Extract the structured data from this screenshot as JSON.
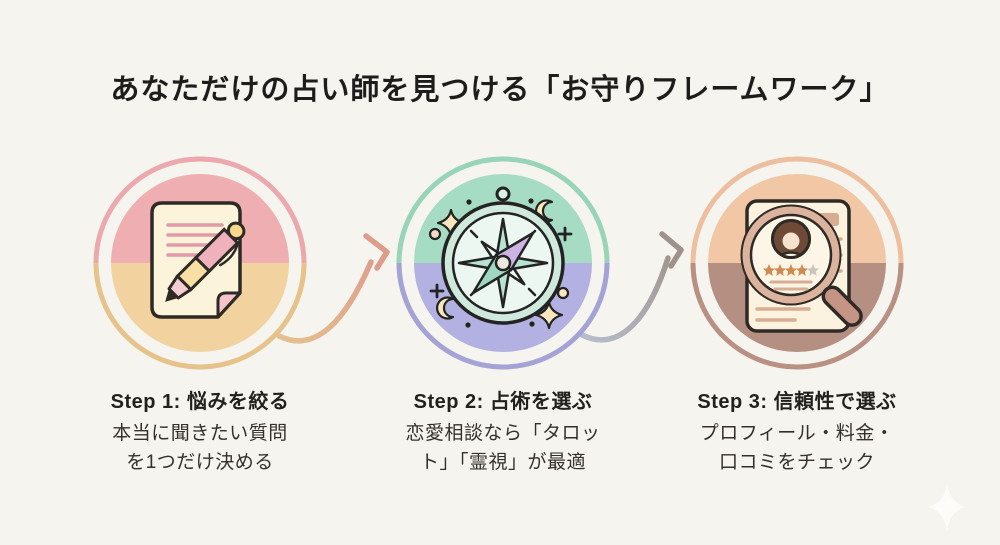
{
  "page": {
    "background": "#f6f4ef",
    "title": "あなただけの占い師を見つける「お守りフレームワーク」"
  },
  "steps": [
    {
      "title": "Step 1: 悩みを絞る",
      "desc_line1": "本当に聞きたい質問",
      "desc_line2": "を1つだけ決める",
      "icon": "note-pen-icon",
      "colors": {
        "top": "#efaeb2",
        "bottom": "#f2d3a0",
        "ring_top": "#eba9ad",
        "ring_bottom": "#e6c38b"
      }
    },
    {
      "title": "Step 2: 占術を選ぶ",
      "desc_line1": "恋愛相談なら「タロッ",
      "desc_line2": "ト」「霊視」が最適",
      "icon": "compass-icon",
      "colors": {
        "top": "#a6dcc3",
        "bottom": "#b2b1e1",
        "ring_top": "#98d4b7",
        "ring_bottom": "#a5a3d6"
      }
    },
    {
      "title": "Step 3: 信頼性で選ぶ",
      "desc_line1": "プロフィール・料金・",
      "desc_line2": "口コミをチェック",
      "icon": "magnifier-profile-icon",
      "colors": {
        "top": "#f2c7a6",
        "bottom": "#b58f81",
        "ring_top": "#edbf9f",
        "ring_bottom": "#b99183"
      }
    }
  ],
  "decor": {
    "arrow1": {
      "color_from": "#e4c190",
      "color_to": "#de9c8a"
    },
    "arrow2": {
      "color_from": "#b7bdcb",
      "color_to": "#9e938c"
    },
    "sparkle_color": "#fefdf8",
    "rating": {
      "filled_stars": 4,
      "total_stars": 5,
      "filled_color": "#d3884e",
      "empty_color": "#ccc5bd"
    }
  }
}
